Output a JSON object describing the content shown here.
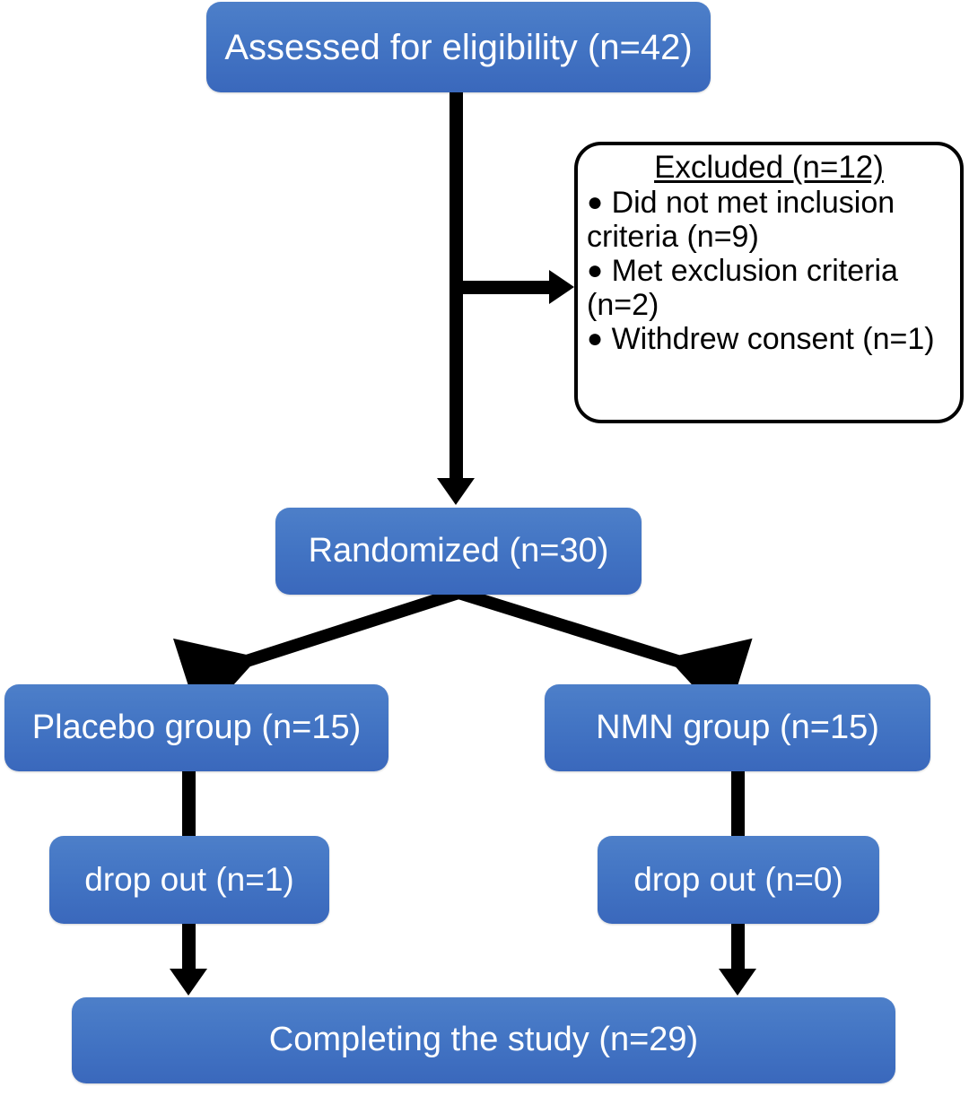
{
  "diagram": {
    "title": "CONSORT participant flow diagram",
    "colors": {
      "box_fill_top": "#4d7fc9",
      "box_fill_bottom": "#3a68bc",
      "box_text": "#ffffff",
      "connector": "#000000",
      "excluded_border": "#000000",
      "excluded_fill": "#ffffff",
      "excluded_text": "#000000",
      "background": "#ffffff"
    },
    "nodes": {
      "assessed": "Assessed for eligibility (n=42)",
      "randomized": "Randomized (n=30)",
      "placebo": "Placebo group (n=15)",
      "nmn": "NMN group (n=15)",
      "dropout_left": "drop out (n=1)",
      "dropout_right": "drop out (n=0)",
      "completing": "Completing the study (n=29)"
    },
    "excluded": {
      "title": "Excluded (n=12)",
      "bullet_glyph": "●",
      "items": [
        "Did not met inclusion criteria (n=9)",
        "Met exclusion criteria (n=2)",
        "Withdrew consent (n=1)"
      ]
    },
    "connectors": [
      {
        "name": "assessed-to-randomized",
        "type": "vertical-arrow"
      },
      {
        "name": "assessed-to-excluded",
        "type": "horizontal-arrow"
      },
      {
        "name": "randomized-to-placebo",
        "type": "diagonal-arrow-left"
      },
      {
        "name": "randomized-to-nmn",
        "type": "diagonal-arrow-right"
      },
      {
        "name": "placebo-to-dropout",
        "type": "vertical-line"
      },
      {
        "name": "dropout-left-to-completing",
        "type": "vertical-arrow"
      },
      {
        "name": "nmn-to-dropout",
        "type": "vertical-line"
      },
      {
        "name": "dropout-right-to-completing",
        "type": "vertical-arrow"
      }
    ]
  }
}
